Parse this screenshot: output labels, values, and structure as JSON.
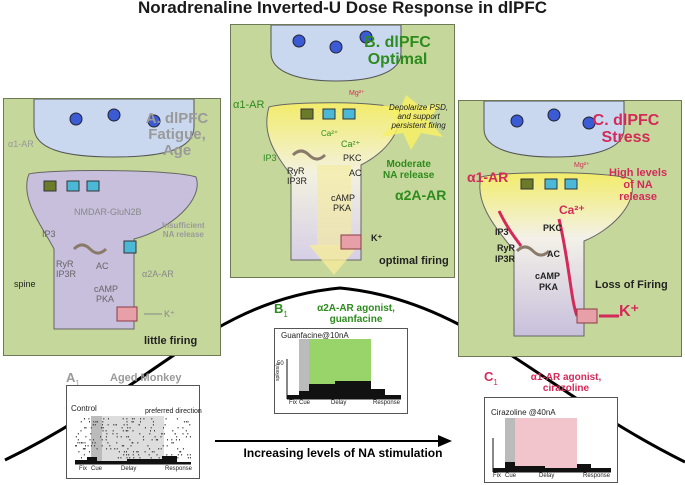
{
  "title": "Noradrenaline Inverted-U Dose Response in dlPFC",
  "colors": {
    "panel_bg": "#c5d79a",
    "grey_text": "#9a9a9a",
    "green_text": "#2e8b1e",
    "red_text": "#d42a5a",
    "presynaptic": "#c9d8ee",
    "spine": "#c8bfdc"
  },
  "panelA": {
    "title_line1": "A. dlPFC",
    "title_line2": "Fatigue,",
    "title_line3": "Age",
    "receptor": "NMDAR-GluN2B",
    "alpha1": "α1-AR",
    "ip3": "IP3",
    "ryr": "RyR",
    "ip3r": "IP3R",
    "ac": "AC",
    "camp": "cAMP",
    "pka": "PKA",
    "alpha2a": "α2A-AR",
    "k": "K⁺",
    "insufficient_line1": "Insufficient",
    "insufficient_line2": "NA release",
    "spine": "spine",
    "firing": "little firing"
  },
  "panelB": {
    "title_line1": "B. dlPFC",
    "title_line2": "Optimal",
    "mg": "Mg²⁺",
    "depolarize_line1": "Depolarize PSD,",
    "depolarize_line2": "and support",
    "depolarize_line3": "persistent firing",
    "alpha1": "α1-AR",
    "ca_top": "Ca²⁺",
    "ca": "Ca²⁺",
    "ip3": "IP3",
    "pkc": "PKC",
    "ryr": "RyR",
    "ip3r": "IP3R",
    "ac": "AC",
    "camp": "cAMP",
    "pka": "PKA",
    "moderate_line1": "Moderate",
    "moderate_line2": "NA release",
    "alpha2a": "α2A-AR",
    "k": "K⁺",
    "firing": "optimal firing"
  },
  "panelC": {
    "title_line1": "C. dlPFC",
    "title_line2": "Stress",
    "mg": "Mg²⁺",
    "alpha1": "α1-AR",
    "high_line1": "High levels",
    "high_line2": "of NA",
    "high_line3": "release",
    "ca": "Ca²⁺",
    "pkc": "PKC",
    "ip3": "IP3",
    "ryr": "RyR",
    "ip3r": "IP3R",
    "ac": "AC",
    "camp": "cAMP",
    "pka": "PKA",
    "loss": "Loss of Firing",
    "k": "K⁺"
  },
  "insetA1": {
    "label": "A",
    "sub": "1",
    "caption": "Aged Monkey",
    "control": "Control",
    "preferred": "preferred direction",
    "fix": "Fix",
    "cue": "Cue",
    "delay": "Delay",
    "response": "Response"
  },
  "insetB1": {
    "label": "B",
    "sub": "1",
    "caption_line1": "α2A-AR agonist,",
    "caption_line2": "guanfacine",
    "drug": "Guanfacine@10nA",
    "ytick": "50",
    "ylabel": "spikes/s",
    "fix": "Fix",
    "cue": "Cue",
    "delay": "Delay",
    "response": "Response"
  },
  "insetC1": {
    "label": "C",
    "sub": "1",
    "caption_line1": "α1-AR agonist,",
    "caption_line2": "cirazoline",
    "drug": "Cirazoline @40nA",
    "fix": "Fix",
    "cue": "Cue",
    "delay": "Delay",
    "response": "Response"
  },
  "axis_label": "Increasing levels of NA stimulation"
}
